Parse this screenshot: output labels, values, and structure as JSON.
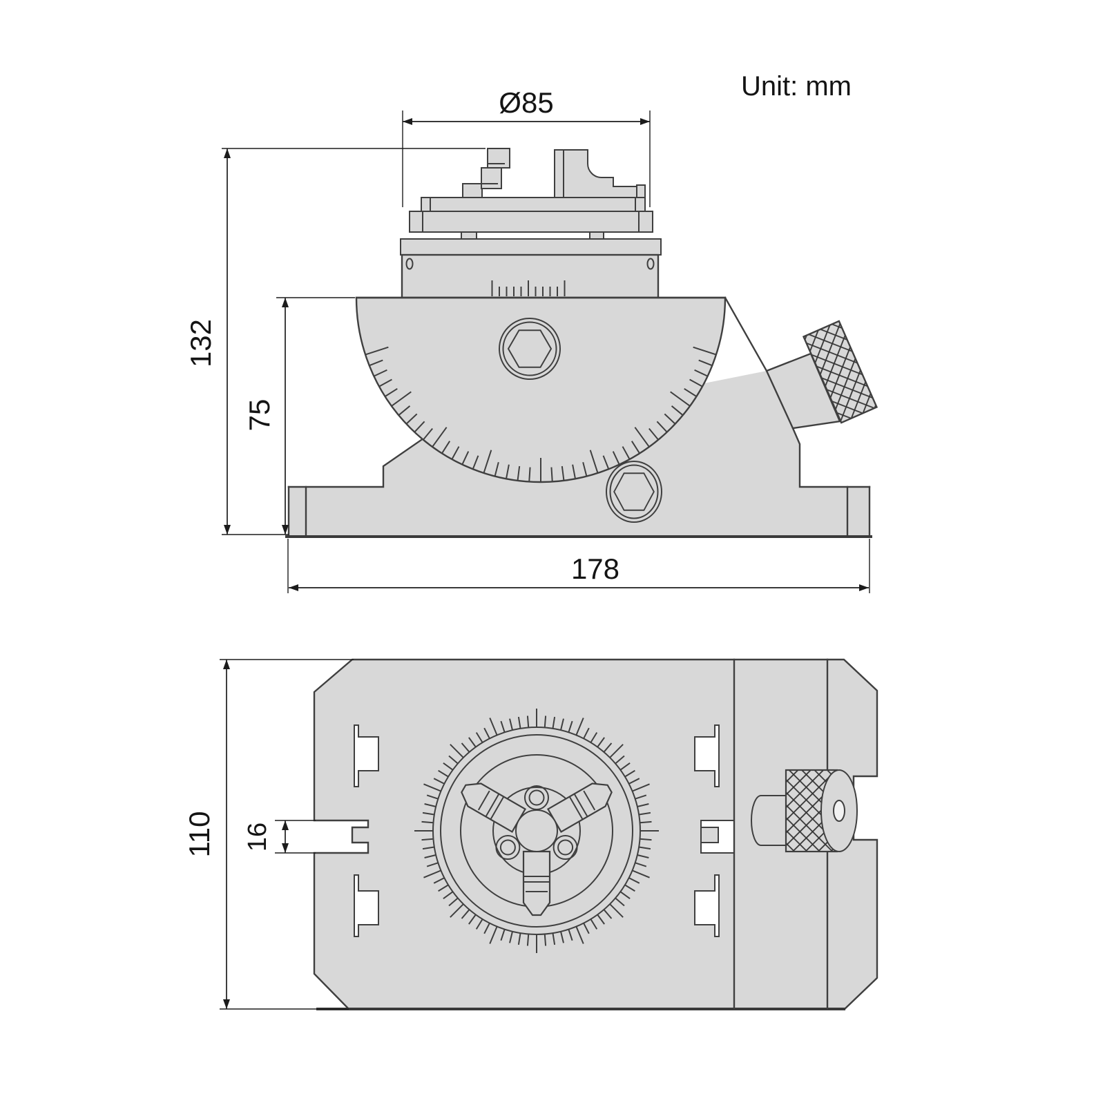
{
  "title": {
    "unit_label": "Unit: mm"
  },
  "drawing": {
    "description": "Two-view technical drawing of a tilting rotary dividing table with 3-jaw chuck",
    "side_view": {
      "name": "front-elevation",
      "dimensions": {
        "table_diameter": "Ø85",
        "total_height": "132",
        "swivel_top_height": "75",
        "base_width": "178"
      }
    },
    "plan_view": {
      "name": "top-plan",
      "dimensions": {
        "body_depth": "110",
        "slot_width": "16"
      }
    }
  },
  "colors": {
    "body_fill": "#d8d8d8",
    "outline": "#3f3f3f",
    "dimension_text": "#141414",
    "background": "#ffffff"
  }
}
